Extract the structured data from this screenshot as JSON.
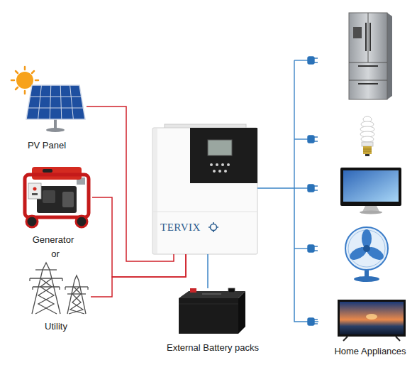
{
  "diagram": {
    "nodes": [
      {
        "text": [
          "PV Panel"
        ]
      },
      {
        "text": [
          "Generator"
        ]
      },
      {
        "text": [
          "Utility"
        ]
      },
      {
        "text": [
          "TERVIX"
        ]
      },
      {
        "text": [
          "External Battery packs"
        ]
      },
      {
        "text": [
          "Home Appliances"
        ]
      }
    ],
    "edges": [
      {
        "from": 0,
        "to": 3,
        "arrow": "none"
      },
      {
        "from": 1,
        "to": 3,
        "arrow": "none"
      },
      {
        "from": 2,
        "to": 3,
        "arrow": "none"
      },
      {
        "from": 3,
        "to": 4,
        "arrow": "none"
      },
      {
        "from": 3,
        "to": 5,
        "arrow": "none"
      }
    ],
    "labels": [
      "or"
    ]
  }
}
